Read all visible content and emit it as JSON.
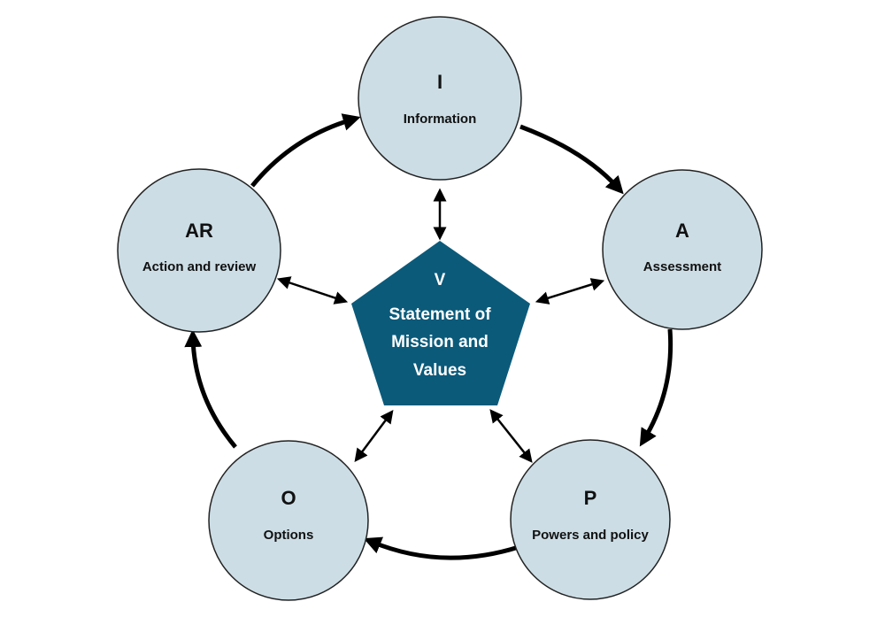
{
  "colors": {
    "circle_fill": "#ccdde5",
    "pentagon_fill": "#0b5a7a",
    "arrow": "#000000"
  },
  "center": {
    "letter": "V",
    "lines": [
      "Statement of",
      "Mission and",
      "Values"
    ]
  },
  "nodes": [
    {
      "letter": "I",
      "label": "Information"
    },
    {
      "letter": "A",
      "label": "Assessment"
    },
    {
      "letter": "P",
      "label": "Powers and policy"
    },
    {
      "letter": "O",
      "label": "Options"
    },
    {
      "letter": "AR",
      "label": "Action and review"
    }
  ]
}
